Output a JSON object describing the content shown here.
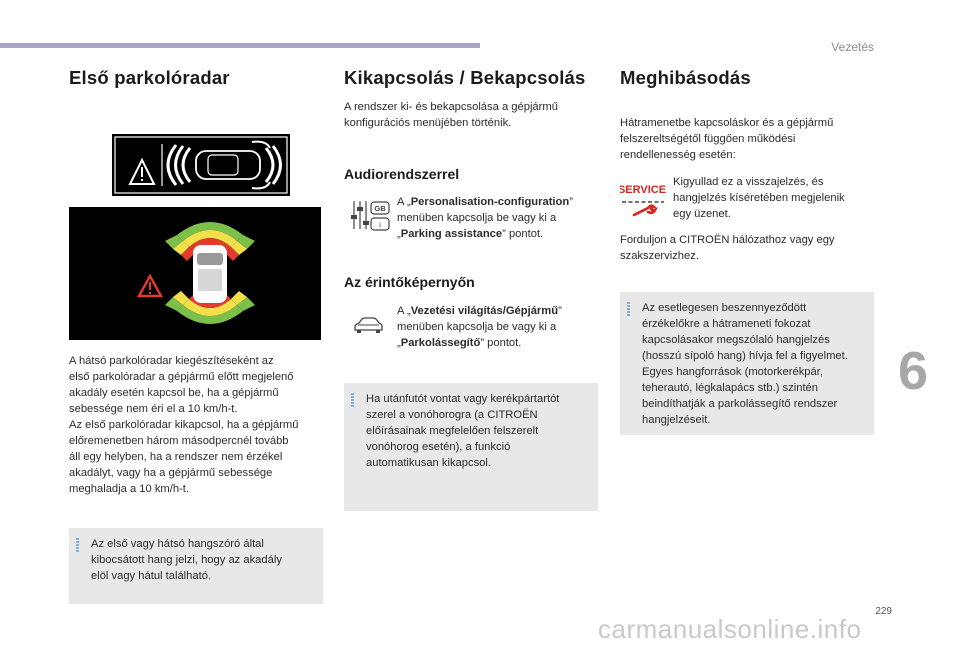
{
  "header": {
    "section": "Vezetés",
    "chapter": "6",
    "page": "229",
    "watermark": "carmanualsonline.info"
  },
  "col1": {
    "title": "Első parkolóradar",
    "body": [
      "A hátsó parkolóradar kiegészítéseként az",
      "első parkolóradar a gépjármű előtt megjelenő",
      "akadály esetén kapcsol be, ha a gépjármű",
      "sebessége nem éri el a 10 km/h-t.",
      "Az első parkolóradar kikapcsol, ha a gépjármű",
      "előremenetben három másodpercnél tovább",
      "áll egy helyben, ha a rendszer nem érzékel",
      "akadályt, vagy ha a gépjármű sebessége",
      "meghaladja a 10 km/h-t."
    ],
    "note": [
      "Az első vagy hátsó hangszóró által",
      "kibocsátott hang jelzi, hogy az akadály",
      "elöl vagy hátul található."
    ]
  },
  "col2": {
    "title": "Kikapcsolás / Bekapcsolás",
    "intro": [
      "A rendszer ki- és bekapcsolása a gépjármű",
      "konfigurációs menüjében történik."
    ],
    "audio_title": "Audiorendszerrel",
    "audio": {
      "l1a": "A „",
      "l1b": "Personalisation-configuration",
      "l1c": "”",
      "l2": "menüben kapcsolja be vagy ki a",
      "l3a": "„",
      "l3b": "Parking assistance",
      "l3c": "” pontot.",
      "gb": "GB",
      "i": "i"
    },
    "touch_title": "Az érintőképernyőn",
    "touch": {
      "l1a": "A „",
      "l1b": "Vezetési világítás/Gépjármű",
      "l1c": "”",
      "l2": "menüben kapcsolja be vagy ki a",
      "l3a": "„",
      "l3b": "Parkolássegítő",
      "l3c": "” pontot."
    },
    "note": [
      "Ha utánfutót vontat vagy kerékpártartót",
      "szerel a vonóhorogra (a CITROËN",
      "előírásainak megfelelően felszerelt",
      "vonóhorog esetén), a funkció",
      "automatikusan kikapcsol."
    ]
  },
  "col3": {
    "title": "Meghibásodás",
    "intro": [
      "Hátramenetbe kapcsoláskor és a gépjármű",
      "felszereltségétől függően működési",
      "rendellenesség esetén:"
    ],
    "service_label": "SERVICE",
    "service_text": [
      "Kigyullad ez a visszajelzés, és",
      "hangjelzés kíséretében megjelenik",
      "egy üzenet."
    ],
    "contact": [
      "Forduljon a CITROËN hálózathoz vagy egy",
      "szakszervizhez."
    ],
    "note": [
      "Az esetlegesen beszennyeződött",
      "érzékelőkre a hátrameneti fokozat",
      "kapcsolásakor megszólaló hangjelzés",
      "(hosszú sípoló hang) hívja fel a figyelmet.",
      "Egyes hangforrások (motorkerékpár,",
      "teherautó, légkalapács stb.) szintén",
      "beindíthatják a parkolássegítő rendszer",
      "hangjelzéseit."
    ]
  },
  "colors": {
    "accent": "#a9a3c6",
    "note_bg": "#e8e8e8",
    "note_bar": "#7fb1dc",
    "zone_green": "#7cc04a",
    "zone_yellow": "#f1e04a",
    "zone_red": "#e23b2e",
    "service_red": "#d9251c"
  }
}
